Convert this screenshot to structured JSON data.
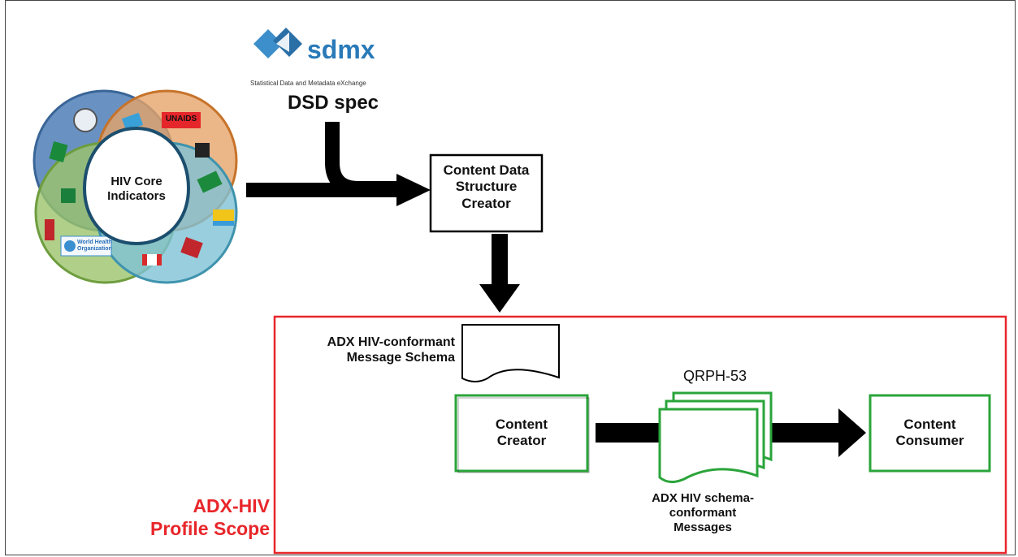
{
  "logo": {
    "brand": "sdmx",
    "tagline": "Statistical Data and Metadata eXchange",
    "brand_color": "#2a7ab8"
  },
  "dsd_spec": "DSD spec",
  "indicators": {
    "center_label": "HIV Core\nIndicators",
    "unaids_badge": "UNAIDS",
    "who_badge": "World Health\nOrganization",
    "circle_colors": [
      "#4f7fb8",
      "#d8893a",
      "#7fb04a",
      "#4aa0bd"
    ]
  },
  "content_data_structure_creator": "Content Data\nStructure\nCreator",
  "schema_label": "ADX HIV-conformant\nMessage Schema",
  "content_creator": "Content\nCreator",
  "content_consumer": "Content\nConsumer",
  "transaction": "QRPH-53",
  "messages_label": "ADX HIV schema-\nconformant\nMessages",
  "scope_label": "ADX-HIV\nProfile Scope",
  "colors": {
    "scope": "#e8262a",
    "actor_border": "#2aa43a",
    "arrow": "#000000"
  }
}
